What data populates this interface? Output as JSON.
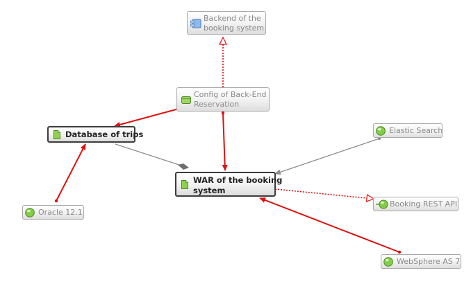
{
  "nodes": {
    "backend": {
      "line1": "Backend of the",
      "line2": "booking system",
      "icon": "component-icon"
    },
    "config": {
      "line1": "Config of Back-End",
      "line2": "Reservation",
      "icon": "cylinder-icon"
    },
    "database": {
      "label": "Database of trips",
      "icon": "document-icon"
    },
    "elastic": {
      "label": "Elastic Search",
      "icon": "sphere-icon"
    },
    "war": {
      "line1": "WAR of the booking",
      "line2": "system",
      "icon": "document-icon"
    },
    "oracle": {
      "label": "Oracle 12.1",
      "icon": "sphere-icon"
    },
    "rest": {
      "label": "Booking REST API",
      "icon": "interface-icon"
    },
    "websphere": {
      "label": "WebSphere AS 7",
      "icon": "sphere-icon"
    }
  },
  "colors": {
    "dependency": "#e01010",
    "realization": "#e01010",
    "association": "#8c8c8c",
    "node_border": "#a9a9a9",
    "selected_border": "#3c3c3c",
    "doc_icon": "#7cc04b",
    "sphere_icon": "#6fbf3a",
    "component_icon": "#5b9bd5"
  }
}
